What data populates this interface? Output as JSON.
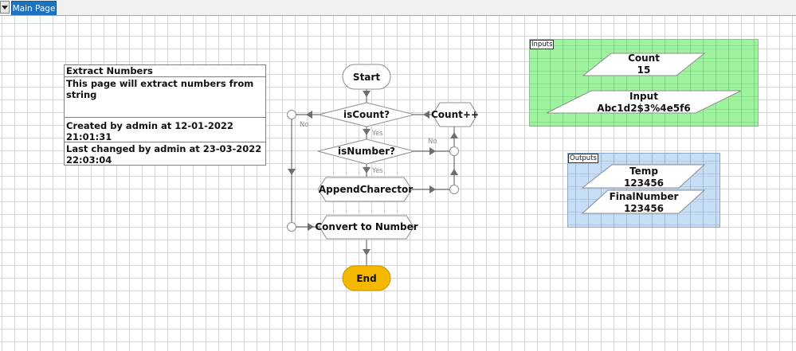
{
  "tabs": {
    "dropdown_icon": "chevron-down-icon",
    "active_tab": "Main Page"
  },
  "info": {
    "title": "Extract Numbers",
    "description": "This page will extract numbers from string",
    "created": "Created by admin at 12-01-2022 21:01:31",
    "changed_line1": "Last changed by admin at 23-03-2022",
    "changed_line2": "22:03:04"
  },
  "flow": {
    "start": "Start",
    "is_count": "isCount?",
    "count_inc": "Count++",
    "is_number": "isNumber?",
    "append": "AppendCharector",
    "convert": "Convert to Number",
    "end": "End",
    "label_no_1": "No",
    "label_yes_1": "Yes",
    "label_no_2": "No",
    "label_yes_2": "Yes",
    "colors": {
      "end_fill": "#f5b800",
      "node_stroke": "#8c8c8c",
      "edge": "#6e6e6e"
    }
  },
  "inputs": {
    "label": "Inputs",
    "items": [
      {
        "name": "Count",
        "value": "15"
      },
      {
        "name": "Input",
        "value": "Abc1d2$3%4e5f6"
      }
    ]
  },
  "outputs": {
    "label": "Outputs",
    "items": [
      {
        "name": "Temp",
        "value": "123456"
      },
      {
        "name": "FinalNumber",
        "value": "123456"
      }
    ]
  }
}
